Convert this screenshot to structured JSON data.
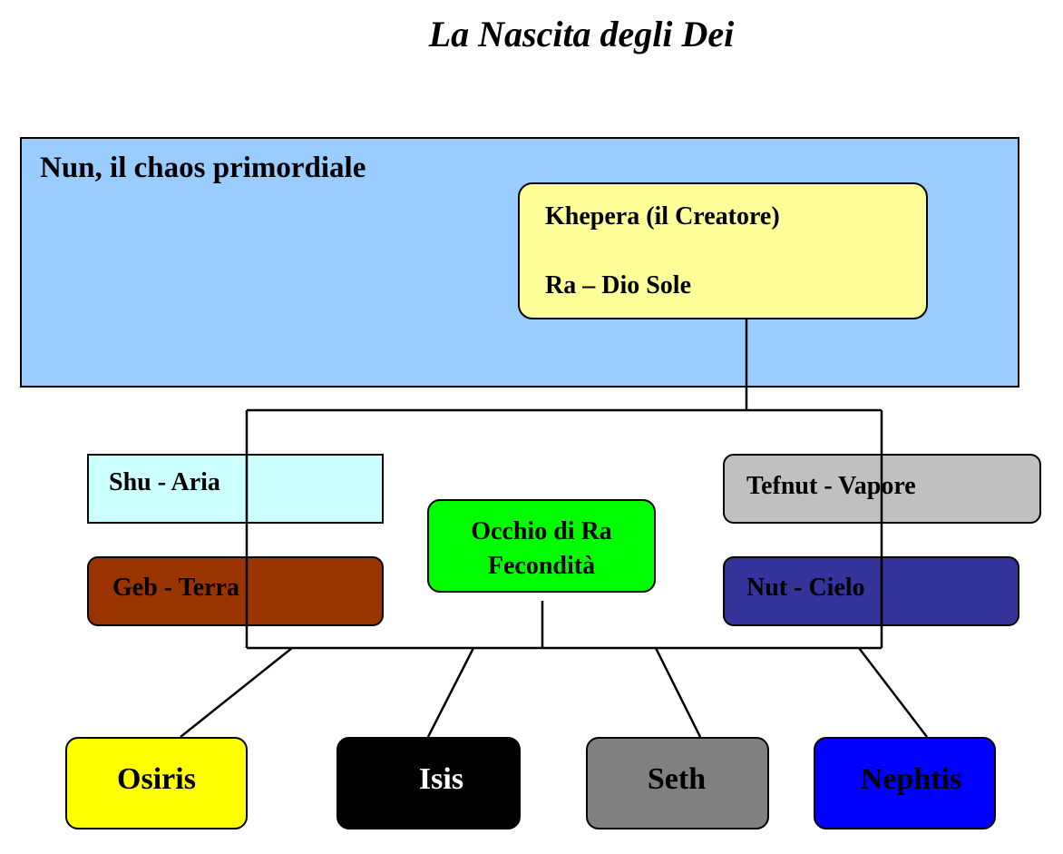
{
  "title": "La Nascita degli Dei",
  "nun": {
    "label": "Nun, il chaos primordiale",
    "color": "#99ccff"
  },
  "khepera": {
    "line1": "Khepera (il Creatore)",
    "line2": "Ra – Dio Sole",
    "color": "#ffff99"
  },
  "shu": {
    "label": "Shu - Aria",
    "color": "#ccffff"
  },
  "tefnut": {
    "label": "Tefnut - Vapore",
    "color": "#c0c0c0"
  },
  "occhio": {
    "line1": "Occhio di Ra",
    "line2": "Fecondità",
    "color": "#00ff00"
  },
  "geb": {
    "label": "Geb - Terra",
    "color": "#993300"
  },
  "nut": {
    "label": "Nut - Cielo",
    "color": "#333399"
  },
  "children": [
    {
      "label": "Osiris",
      "color": "#ffff00",
      "text_color": "#000000"
    },
    {
      "label": "Isis",
      "color": "#000000",
      "text_color": "#ffffff"
    },
    {
      "label": "Seth",
      "color": "#808080",
      "text_color": "#000000"
    },
    {
      "label": "Nephtis",
      "color": "#0000ff",
      "text_color": "#000000"
    }
  ]
}
